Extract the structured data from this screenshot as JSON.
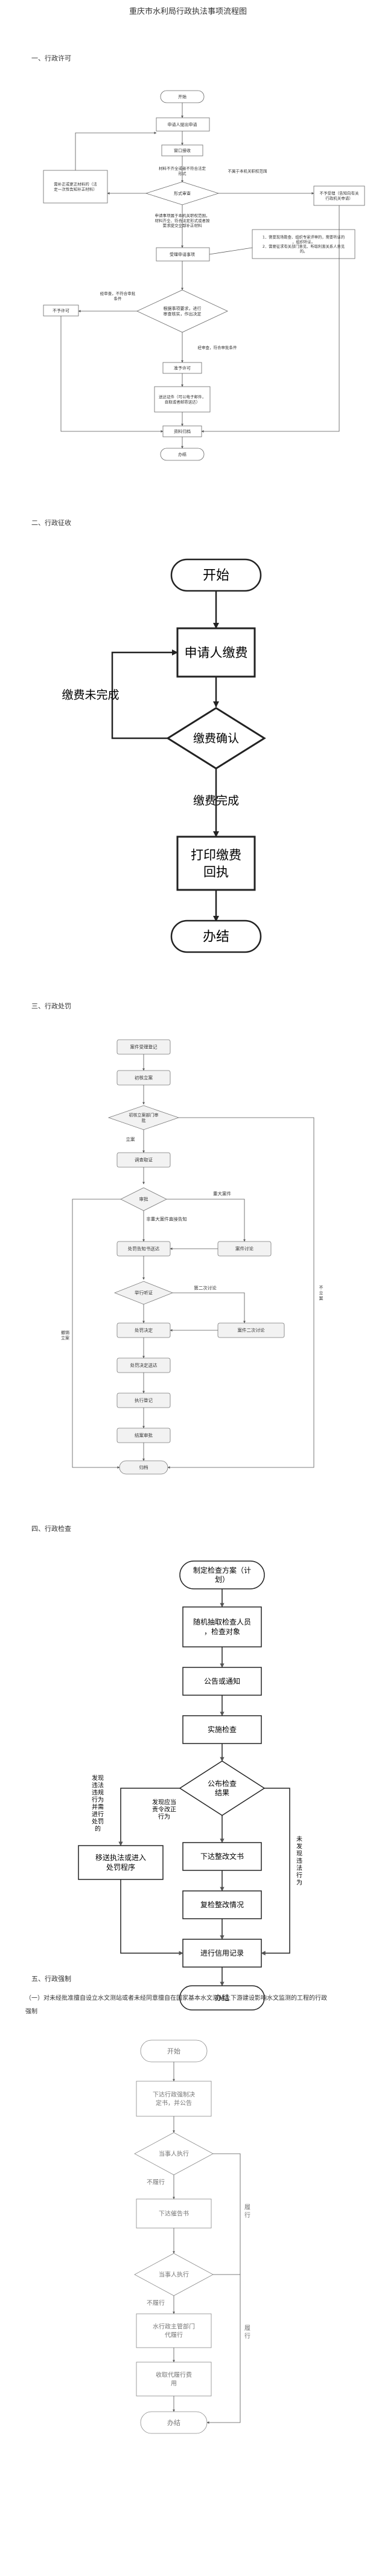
{
  "page_title": "重庆市水利局行政执法事项流程图",
  "sections": {
    "s1": "一、行政许可",
    "s2": "二、行政征收",
    "s3": "三、行政处罚",
    "s4": "四、行政检查",
    "s5": "五、行政强制"
  },
  "license": {
    "start": "开始",
    "apply": "申请人提出申请",
    "window": "窗口接收",
    "supplement": "需补正或更正材料的（法定一次性告知补正材料）",
    "needs_supp": "材料不齐全或者不符合法定形式",
    "decide_accept": "形式审查",
    "not_accept_label": "不属于本机关职权范围",
    "not_accept": "不予受理（告知向有关行政机关申请）",
    "complete_label": "申请事项属于本机关职权范围，材料齐全、符合法定形式或者按要求提交全部补正材料",
    "accept": "受理申请事项",
    "notes": "1．需要现场勘查、组织专家评审的，需要听证的，组织听证。\n2．需要征求有关部门意见、听取利害关系人意见的。",
    "review": "根据事项要求，进行审查核实，作出决定",
    "not_grant_label": "经审查，不符合审批条件",
    "not_grant": "不予许可",
    "grant_label": "经审查，符合审批条件",
    "grant": "准予许可",
    "deliver": "送达证件（可以电子邮件，自取或者邮寄送达）",
    "archive": "资料归档",
    "end": "办结"
  },
  "levy": {
    "start": "开始",
    "pay": "申请人缴费",
    "unfinished": "缴费未完成",
    "confirm": "缴费确认",
    "done": "缴费完成",
    "print": "打印缴费回执",
    "end": "办结"
  },
  "penalty": {
    "register": "案件受理登记",
    "preliminary": "初核立案",
    "leader_review": "初核立案部门审批",
    "filed": "立案",
    "investigate": "调查取证",
    "approve": "审批",
    "major": "重大案件",
    "non_major": "非重大案件直接告知",
    "notice": "处罚告知书送达",
    "discuss": "案件讨论",
    "hearing": "举行听证",
    "second": "第二次讨论",
    "discuss2": "案件二次讨论",
    "decision": "处罚决定",
    "deliver": "处罚决定送达",
    "execute": "执行登记",
    "closing": "结案审批",
    "archive": "归档",
    "dismiss": "撤销立案",
    "no_case": "不立案"
  },
  "inspect": {
    "plan": "制定检查方案（计划）",
    "draw": "随机抽取检查人员，检查对象",
    "announce": "公告或通知",
    "implement": "实施检查",
    "publish": "公布检查结果",
    "illegal_left": "发现违法违规行为并需进行处罚的",
    "rectify_label": "发现应当责令改正行为",
    "transfer": "移送执法或进入处罚程序",
    "order": "下达整改文书",
    "recheck": "复检整改情况",
    "no_issue": "未发现违法行为",
    "record": "进行信用记录",
    "end": "办结"
  },
  "coercion": {
    "intro": "（一）对未经批准擅自设立水文测站或者未经同意擅自在国家基本水文测站上下游建设影响水文监测的工程的行政强制",
    "start": "开始",
    "decision": "下达行政强制决定书，并公告",
    "party1": "当事人执行",
    "not_exec1": "不履行",
    "exec1": "履行",
    "urge": "下达催告书",
    "party2": "当事人执行",
    "not_exec2": "不履行",
    "exec2": "履行",
    "agency": "水行政主管部门代履行",
    "fee": "收取代履行费用",
    "end": "办结"
  }
}
